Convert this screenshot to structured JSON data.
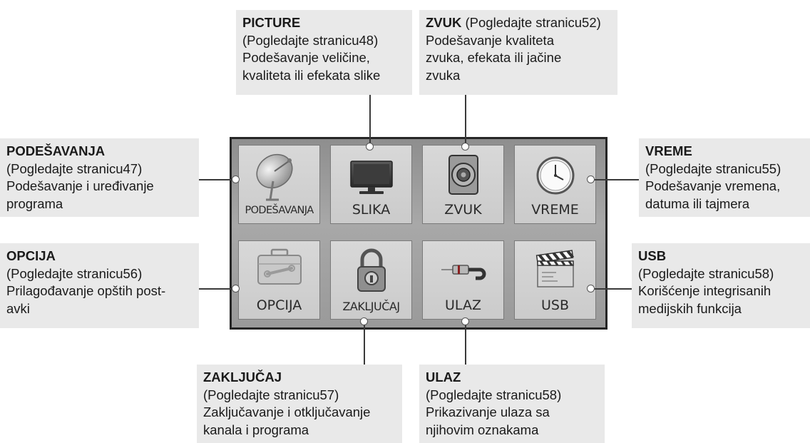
{
  "menu": {
    "tiles": [
      {
        "label": "PODEŠAVANJA",
        "icon": "satellite-dish-icon"
      },
      {
        "label": "SLIKA",
        "icon": "tv-monitor-icon"
      },
      {
        "label": "ZVUK",
        "icon": "speaker-icon"
      },
      {
        "label": "VREME",
        "icon": "clock-icon"
      },
      {
        "label": "OPCIJA",
        "icon": "toolbox-icon"
      },
      {
        "label": "ZAKLJUČAJ",
        "icon": "padlock-icon"
      },
      {
        "label": "ULAZ",
        "icon": "cable-plug-icon"
      },
      {
        "label": "USB",
        "icon": "clapperboard-icon"
      }
    ]
  },
  "callouts": {
    "picture": {
      "title": "PICTURE",
      "lines": [
        "(Pogledajte stranicu48)",
        "Podešavanje veličine,",
        "kvaliteta ili efekata slike"
      ]
    },
    "zvuk": {
      "title": "ZVUK",
      "title_suffix": " (Pogledajte stranicu52)",
      "lines": [
        "Podešavanje kvaliteta",
        "zvuka, efekata ili jačine",
        "zvuka"
      ]
    },
    "podesavanja": {
      "title": "PODEŠAVANJA",
      "lines": [
        "(Pogledajte stranicu47)",
        "Podešavanje i uređivanje",
        "programa"
      ]
    },
    "vreme": {
      "title": "VREME",
      "lines": [
        "(Pogledajte stranicu55)",
        "Podešavanje vremena,",
        "datuma ili tajmera"
      ]
    },
    "opcija": {
      "title": "OPCIJA",
      "lines": [
        "(Pogledajte stranicu56)",
        "Prilagođavanje opštih post-",
        "avki"
      ]
    },
    "usb": {
      "title": "USB",
      "lines": [
        "(Pogledajte stranicu58)",
        "Korišćenje integrisanih",
        "medijskih funkcija"
      ]
    },
    "zakljucaj": {
      "title": "ZAKLJUČAJ",
      "lines": [
        "(Pogledajte stranicu57)",
        "Zaključavanje i otključavanje",
        "kanala i programa"
      ]
    },
    "ulaz": {
      "title": "ULAZ",
      "lines": [
        "(Pogledajte stranicu58)",
        "Prikazivanje ulaza sa",
        "njihovim oznakama"
      ]
    }
  }
}
